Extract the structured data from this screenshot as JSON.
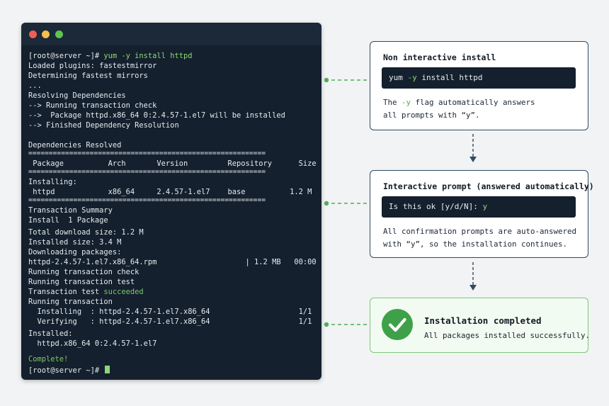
{
  "terminal": {
    "lines": [
      {
        "id": "l1",
        "prefix": "[root@server ~]# ",
        "cmd": "yum -y install httpd"
      },
      {
        "id": "l2",
        "text": "Loaded plugins: fastestmirror"
      },
      {
        "id": "l3",
        "text": "Determining fastest mirrors"
      },
      {
        "id": "l4",
        "text": "..."
      },
      {
        "id": "l5",
        "text": "Resolving Dependencies"
      },
      {
        "id": "l6",
        "text": "--> Running transaction check"
      },
      {
        "id": "l7",
        "text": "-->  Package httpd.x86_64 0:2.4.57-1.el7 will be installed"
      },
      {
        "id": "l8",
        "text": "--> Finished Dependency Resolution"
      },
      {
        "id": "l9",
        "text": "Dependencies Resolved"
      },
      {
        "id": "l10",
        "text": "=========================================================="
      },
      {
        "id": "l11",
        "text": " Package          Arch       Version         Repository      Size"
      },
      {
        "id": "l12",
        "text": "=========================================================="
      },
      {
        "id": "l13",
        "text": "Installing:"
      },
      {
        "id": "l14",
        "text": " httpd            x86_64     2.4.57-1.el7    base          1.2 M"
      },
      {
        "id": "l15",
        "text": "=========================================================="
      },
      {
        "id": "l16",
        "text": "Transaction Summary"
      },
      {
        "id": "l17",
        "text": "Install  1 Package"
      },
      {
        "id": "l18",
        "text": "Total download size: 1.2 M"
      },
      {
        "id": "l19",
        "text": "Installed size: 3.4 M"
      },
      {
        "id": "l20",
        "text": "Downloading packages:"
      },
      {
        "id": "l21",
        "text": "httpd-2.4.57-1.el7.x86_64.rpm                    | 1.2 MB   00:00"
      },
      {
        "id": "l22",
        "text": "Running transaction check"
      },
      {
        "id": "l23",
        "text": "Running transaction test"
      },
      {
        "id": "l24",
        "prefix": "Transaction test ",
        "green": "succeeded"
      },
      {
        "id": "l25",
        "text": "Running transaction"
      },
      {
        "id": "l26",
        "text": "  Installing  : httpd-2.4.57-1.el7.x86_64                    1/1"
      },
      {
        "id": "l27",
        "text": "  Verifying   : httpd-2.4.57-1.el7.x86_64                    1/1"
      },
      {
        "id": "l28",
        "text": "Installed:"
      },
      {
        "id": "l29",
        "text": "  httpd.x86_64 0:2.4.57-1.el7"
      },
      {
        "id": "l30",
        "green": "Complete!"
      },
      {
        "id": "l31",
        "prefix": "[root@server ~]# "
      }
    ]
  },
  "cards": {
    "noninteractive": {
      "title": "Non interactive install",
      "code_prefix": "yum ",
      "code_flag": "-y",
      "code_suffix": " install httpd",
      "desc_line1_prefix": "The ",
      "desc_line1_flag": "-y",
      "desc_line1_suffix": " flag automatically answers",
      "desc_line2": "all prompts with “y”."
    },
    "interactive": {
      "title": "Interactive prompt (answered automatically)",
      "code_prefix": "Is this ok [y/d/N]: ",
      "code_answer": "y",
      "desc_line1": "All confirmation prompts are auto-answered",
      "desc_line2": "with “y”, so the installation continues."
    },
    "success": {
      "title": "Installation completed",
      "subtitle": "All packages installed successfully.",
      "icon": "check-icon"
    }
  },
  "colors": {
    "terminal_bg": "#14202d",
    "accent_green": "#8fd67a",
    "success_green": "#3fa04a",
    "card_border": "#2f4a63",
    "connector_green": "#4fae5a"
  }
}
